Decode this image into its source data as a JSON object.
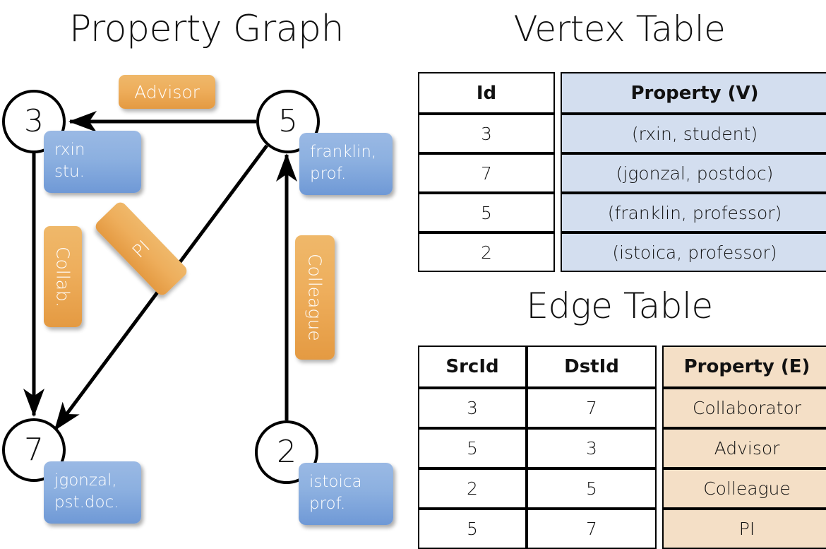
{
  "titles": {
    "property_graph": "Property Graph",
    "vertex_table": "Vertex Table",
    "edge_table": "Edge Table"
  },
  "graph": {
    "nodes": [
      {
        "id": "3",
        "label": "3",
        "property_lines": [
          "rxin",
          "stu."
        ]
      },
      {
        "id": "5",
        "label": "5",
        "property_lines": [
          "franklin,",
          "prof."
        ]
      },
      {
        "id": "7",
        "label": "7",
        "property_lines": [
          "jgonzal,",
          "pst.doc."
        ]
      },
      {
        "id": "2",
        "label": "2",
        "property_lines": [
          "istoica",
          "prof."
        ]
      }
    ],
    "edge_labels": [
      {
        "name": "advisor",
        "text": "Advisor"
      },
      {
        "name": "collab",
        "text": "Collab."
      },
      {
        "name": "pi",
        "text": "PI"
      },
      {
        "name": "colleague",
        "text": "Colleague"
      }
    ],
    "colors": {
      "node_stroke": "#000000",
      "vertex_property_box": "#8cb0e0",
      "edge_property_box": "#eeae5c"
    }
  },
  "vertex_table": {
    "headers": [
      "Id",
      "Property (V)"
    ],
    "rows": [
      {
        "id": "3",
        "property": "(rxin, student)"
      },
      {
        "id": "7",
        "property": "(jgonzal, postdoc)"
      },
      {
        "id": "5",
        "property": "(franklin, professor)"
      },
      {
        "id": "2",
        "property": "(istoica, professor)"
      }
    ],
    "header_fill": "#d3deef"
  },
  "edge_table": {
    "headers": [
      "SrcId",
      "DstId",
      "Property (E)"
    ],
    "rows": [
      {
        "src": "3",
        "dst": "7",
        "property": "Collaborator"
      },
      {
        "src": "5",
        "dst": "3",
        "property": "Advisor"
      },
      {
        "src": "2",
        "dst": "5",
        "property": "Colleague"
      },
      {
        "src": "5",
        "dst": "7",
        "property": "PI"
      }
    ],
    "header_fill": "#f4dfc6"
  },
  "chart_data": {
    "type": "diagram",
    "title": "Property Graph",
    "nodes": [
      {
        "id": 3,
        "name": "rxin",
        "role": "student"
      },
      {
        "id": 7,
        "name": "jgonzal",
        "role": "postdoc"
      },
      {
        "id": 5,
        "name": "franklin",
        "role": "professor"
      },
      {
        "id": 2,
        "name": "istoica",
        "role": "professor"
      }
    ],
    "edges": [
      {
        "src": 3,
        "dst": 7,
        "label": "Collaborator"
      },
      {
        "src": 5,
        "dst": 3,
        "label": "Advisor"
      },
      {
        "src": 2,
        "dst": 5,
        "label": "Colleague"
      },
      {
        "src": 5,
        "dst": 7,
        "label": "PI"
      }
    ]
  }
}
